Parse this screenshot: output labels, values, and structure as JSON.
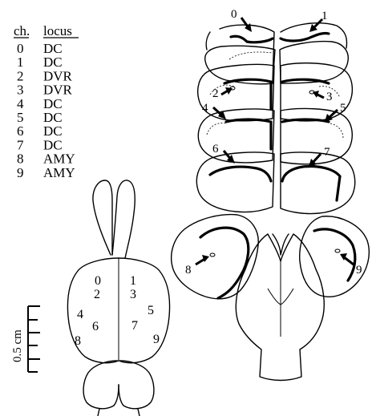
{
  "table": {
    "header_channel": "ch.",
    "header_locus": "locus",
    "rows": [
      {
        "channel": "0",
        "locus": "DC"
      },
      {
        "channel": "1",
        "locus": "DC"
      },
      {
        "channel": "2",
        "locus": "DVR"
      },
      {
        "channel": "3",
        "locus": "DVR"
      },
      {
        "channel": "4",
        "locus": "DC"
      },
      {
        "channel": "5",
        "locus": "DC"
      },
      {
        "channel": "6",
        "locus": "DC"
      },
      {
        "channel": "7",
        "locus": "DC"
      },
      {
        "channel": "8",
        "locus": "AMY"
      },
      {
        "channel": "9",
        "locus": "AMY"
      }
    ]
  },
  "brain_electrode_labels": [
    "0",
    "1",
    "2",
    "3",
    "4",
    "5",
    "6",
    "7",
    "8",
    "9"
  ],
  "section_electrode_labels": [
    "0",
    "1",
    "2",
    "3",
    "4",
    "5",
    "6",
    "7",
    "8",
    "9"
  ],
  "scale_bar": {
    "label": "0.5 cm"
  }
}
